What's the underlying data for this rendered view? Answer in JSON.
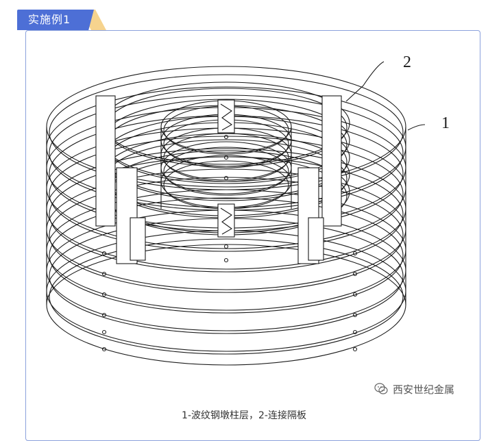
{
  "tag": {
    "label": "实施例1"
  },
  "figure": {
    "callouts": [
      {
        "id": "1"
      },
      {
        "id": "2"
      }
    ]
  },
  "caption": "1-波纹钢墩柱层，2-连接隔板",
  "watermark": {
    "text": "西安世纪金属",
    "icon": "wechat-icon"
  }
}
